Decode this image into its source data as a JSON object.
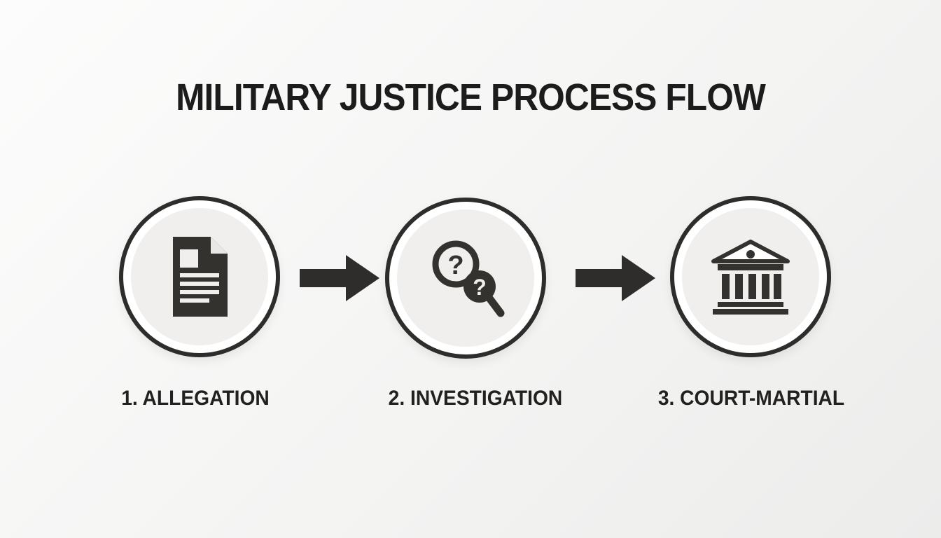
{
  "title": "MILITARY JUSTICE PROCESS FLOW",
  "steps": [
    {
      "label": "1. ALLEGATION",
      "icon": "document-icon"
    },
    {
      "label": "2. INVESTIGATION",
      "icon": "magnifier-question-icon"
    },
    {
      "label": "3. COURT-MARTIAL",
      "icon": "courthouse-icon"
    }
  ],
  "icons": {
    "connector": "arrow-right-icon"
  },
  "colors": {
    "ink": "#2e2d2b",
    "circle_fill": "#f0efed",
    "circle_ring": "#ffffff",
    "background_light": "#fcfcfc",
    "background_dark": "#ececeb"
  }
}
